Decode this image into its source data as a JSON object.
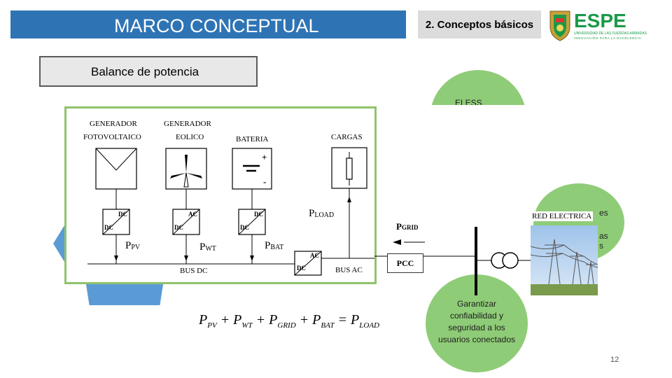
{
  "header": {
    "title": "MARCO CONCEPTUAL",
    "section": "2. Conceptos básicos",
    "logo_text": "ESPE",
    "logo_subtitle": "UNIVERSIDAD DE LAS FUERZAS ARMADAS",
    "logo_tagline": "INNOVACIÓN PARA LA EXCELENCIA"
  },
  "subtitle": "Balance de potencia",
  "circles": {
    "top_text": "ELESS",
    "right_fragment_1": "es",
    "right_fragment_2": "as",
    "right_fragment_3": "s",
    "bottom_text": "Garantizar confiabilidad y seguridad a los usuarios conectados"
  },
  "diagram": {
    "gen_pv_line1": "GENERADOR",
    "gen_pv_line2": "FOTOVOLTAICO",
    "gen_wind_line1": "GENERADOR",
    "gen_wind_line2": "EOLICO",
    "battery": "BATERIA",
    "loads": "CARGAS",
    "conv_dc": "DC",
    "conv_ac": "AC",
    "p_pv_main": "P",
    "p_pv_sub": "PV",
    "p_wt_main": "P",
    "p_wt_sub": "WT",
    "p_bat_main": "P",
    "p_bat_sub": "BAT",
    "p_load_main": "P",
    "p_load_sub": "LOAD",
    "p_grid_main": "P",
    "p_grid_sub": "GRID",
    "bus_dc": "BUS DC",
    "bus_ac": "BUS AC",
    "pcc": "PCC",
    "red_electrica": "RED ELECTRICA"
  },
  "equation": {
    "p": "P",
    "pv": "PV",
    "wt": "WT",
    "grid": "GRID",
    "bat": "BAT",
    "load": "LOAD",
    "plus": "+",
    "equals": "="
  },
  "page_number": "12",
  "colors": {
    "title_bar": "#2e74b5",
    "circle_green": "#8fcc78",
    "diagram_border": "#8fc36b",
    "accent_blue": "#5b9bd5",
    "logo_green": "#1a9a47"
  }
}
